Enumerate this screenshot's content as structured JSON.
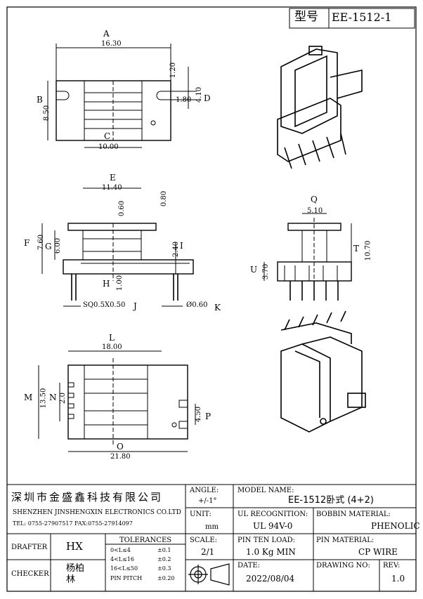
{
  "title_block_top": {
    "type_label": "型号",
    "model_code": "EE-1512-1"
  },
  "dims": {
    "a": "A",
    "b": "B",
    "c": "C",
    "d": "D",
    "e": "E",
    "f": "F",
    "g": "G",
    "h": "H",
    "i": "I",
    "j": "J",
    "k": "K",
    "l": "L",
    "m": "M",
    "n": "N",
    "o": "O",
    "p": "P",
    "q": "Q",
    "t": "T",
    "u": "U",
    "top_width": "16.30",
    "top_height": "8.50",
    "top_inner": "10.00",
    "top_slot": "1.20",
    "top_slot_w": "1.80",
    "top_d": "4.10",
    "front_width": "11.40",
    "front_060": "0.60",
    "front_080": "0.80",
    "front_760": "7.60",
    "front_600": "6.00",
    "front_240": "2.40",
    "front_100": "1.00",
    "pin_sq": "SQ0.5X0.50",
    "pin_dia": "Ø0.60",
    "side_510": "5.10",
    "side_1070": "10.70",
    "side_370": "3.70",
    "bottom_width": "18.00",
    "bottom_height": "13.50",
    "bottom_n": "2.0",
    "bottom_450": "4.50",
    "bottom_total": "21.80"
  },
  "company": {
    "name_cn": "深圳市金盛鑫科技有限公司",
    "name_en": "SHENZHEN JINSHENGXIN ELECTRONICS  CO.LTD",
    "tel": "TEL: 0755-27907517   FAX:0755-27914097"
  },
  "angle": {
    "label": "ANGLE:",
    "value": "+/-1°"
  },
  "unit": {
    "label": "UNIT:",
    "value": "mm"
  },
  "scale": {
    "label": "SCALE:",
    "value": "2/1"
  },
  "model": {
    "label": "MODEL NAME:",
    "value": "EE-1512卧式 (4+2)"
  },
  "ul": {
    "label": "UL RECOGNITION:",
    "value": "UL 94V-0"
  },
  "bobbin": {
    "label": "BOBBIN MATERIAL:",
    "value": "PHENOLIC"
  },
  "pin_load": {
    "label": "PIN TEN LOAD:",
    "value": "1.0 Kg MIN"
  },
  "pin_mat": {
    "label": "PIN MATERIAL:",
    "value": "CP WIRE"
  },
  "date": {
    "label": "DATE:",
    "value": "2022/08/04"
  },
  "drawing_no": {
    "label": "DRAWING NO:"
  },
  "rev": {
    "label": "REV:",
    "value": "1.0"
  },
  "drafter": {
    "label": "DRAFTER",
    "value": "HX"
  },
  "checker": {
    "label": "CHECKER",
    "value": "杨柏林"
  },
  "tolerances": {
    "title": "TOLERANCES",
    "rows": [
      {
        "range": "0<L≤4",
        "tol": "±0.1"
      },
      {
        "range": "4<L≤16",
        "tol": "±0.2"
      },
      {
        "range": "16<L≤50",
        "tol": "±0.3"
      },
      {
        "range": "PIN PITCH",
        "tol": "±0.20"
      }
    ]
  }
}
